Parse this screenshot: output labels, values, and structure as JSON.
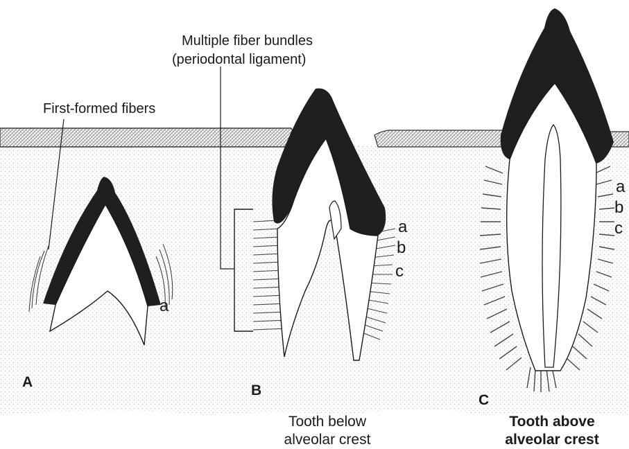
{
  "labels": {
    "first_formed_fibers": "First-formed fibers",
    "multiple_fiber_bundles_line1": "Multiple fiber bundles",
    "multiple_fiber_bundles_line2": "(periodontal ligament)"
  },
  "panels": {
    "a": "A",
    "b": "B",
    "c": "C"
  },
  "captions": {
    "b_line1": "Tooth below",
    "b_line2": "alveolar crest",
    "c_line1": "Tooth above",
    "c_line2": "alveolar crest"
  },
  "fiber_groups": {
    "A": [
      "a"
    ],
    "B": [
      "a",
      "b",
      "c"
    ],
    "C": [
      "a",
      "b",
      "c"
    ]
  },
  "colors": {
    "enamel": "#1f1f1f",
    "stipple": "#dcdcdc",
    "gingiva": "#cfcfcf",
    "line": "#1a1a1a"
  }
}
